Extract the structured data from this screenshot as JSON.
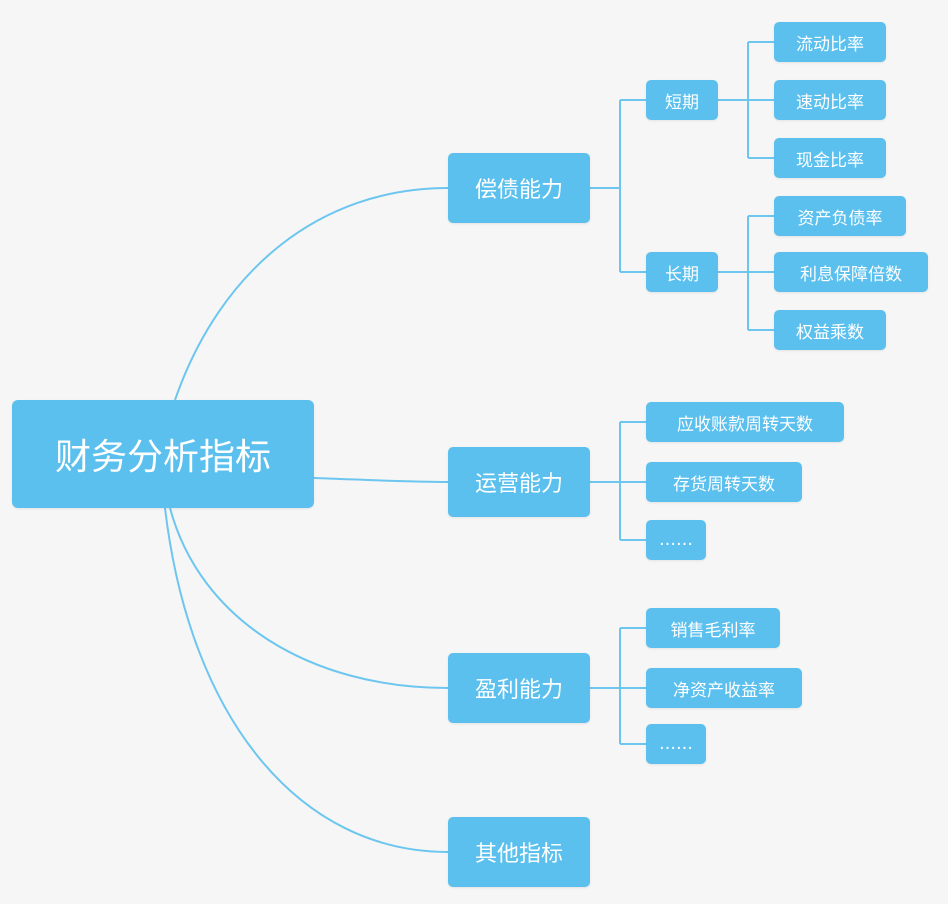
{
  "colors": {
    "node": "#5bc0ee",
    "line": "#6cc6ef",
    "text": "#ffffff",
    "background": "#f6f6f6"
  },
  "root": "财务分析指标",
  "branches": [
    {
      "label": "偿债能力",
      "children": [
        {
          "label": "短期",
          "children": [
            "流动比率",
            "速动比率",
            "现金比率"
          ]
        },
        {
          "label": "长期",
          "children": [
            "资产负债率",
            "利息保障倍数",
            "权益乘数"
          ]
        }
      ]
    },
    {
      "label": "运营能力",
      "children": [
        {
          "label": "应收账款周转天数"
        },
        {
          "label": "存货周转天数"
        },
        {
          "label": "……"
        }
      ]
    },
    {
      "label": "盈利能力",
      "children": [
        {
          "label": "销售毛利率"
        },
        {
          "label": "净资产收益率"
        },
        {
          "label": "……"
        }
      ]
    },
    {
      "label": "其他指标"
    }
  ]
}
